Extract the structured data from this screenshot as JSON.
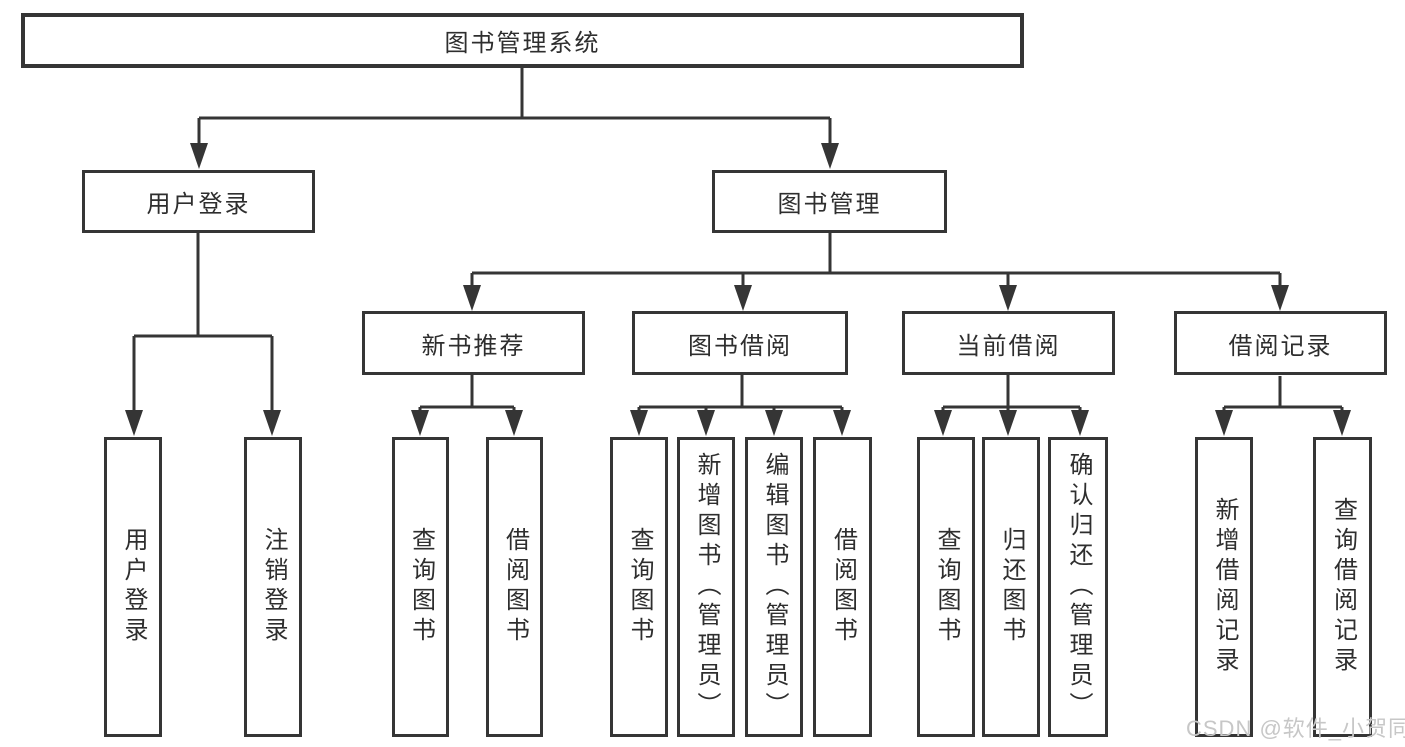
{
  "diagram": {
    "root": {
      "label": "图书管理系统"
    },
    "level2": [
      {
        "label": "用户登录"
      },
      {
        "label": "图书管理"
      }
    ],
    "level3": [
      {
        "label": "新书推荐"
      },
      {
        "label": "图书借阅"
      },
      {
        "label": "当前借阅"
      },
      {
        "label": "借阅记录"
      }
    ],
    "leaves": [
      {
        "label": "用户登录"
      },
      {
        "label": "注销登录"
      },
      {
        "label": "查询图书"
      },
      {
        "label": "借阅图书"
      },
      {
        "label": "查询图书"
      },
      {
        "label": "新增图书（管理员）"
      },
      {
        "label": "编辑图书（管理员）"
      },
      {
        "label": "借阅图书"
      },
      {
        "label": "查询图书"
      },
      {
        "label": "归还图书"
      },
      {
        "label": "确认归还（管理员）"
      },
      {
        "label": "新增借阅记录"
      },
      {
        "label": "查询借阅记录"
      }
    ],
    "colors": {
      "line": "#353535",
      "text": "#2e2e2e",
      "background": "#ffffff",
      "watermark": "#c7c7c7"
    },
    "watermark": {
      "text": "CSDN @软件_小贺同学"
    }
  }
}
